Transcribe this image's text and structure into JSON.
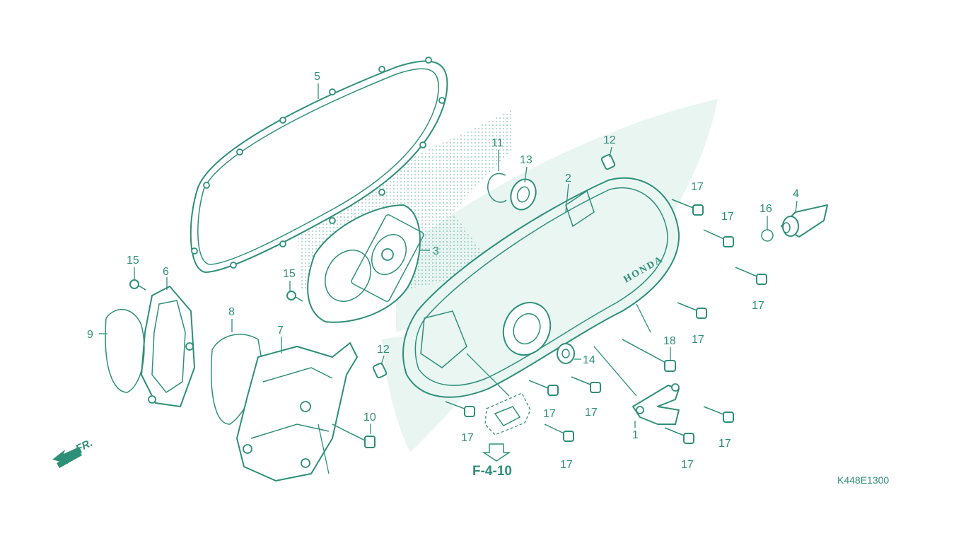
{
  "diagram": {
    "callouts": [
      {
        "id": "c5",
        "label": "5"
      },
      {
        "id": "c11",
        "label": "11"
      },
      {
        "id": "c13",
        "label": "13"
      },
      {
        "id": "c12a",
        "label": "12"
      },
      {
        "id": "c2",
        "label": "2"
      },
      {
        "id": "c17a",
        "label": "17"
      },
      {
        "id": "c17b",
        "label": "17"
      },
      {
        "id": "c4",
        "label": "4"
      },
      {
        "id": "c16",
        "label": "16"
      },
      {
        "id": "c17c",
        "label": "17"
      },
      {
        "id": "c3",
        "label": "3"
      },
      {
        "id": "c15a",
        "label": "15"
      },
      {
        "id": "c6",
        "label": "6"
      },
      {
        "id": "c15b",
        "label": "15"
      },
      {
        "id": "c8",
        "label": "8"
      },
      {
        "id": "c7",
        "label": "7"
      },
      {
        "id": "c9",
        "label": "9"
      },
      {
        "id": "c12b",
        "label": "12"
      },
      {
        "id": "c17d",
        "label": "17"
      },
      {
        "id": "c18",
        "label": "18"
      },
      {
        "id": "c14",
        "label": "14"
      },
      {
        "id": "c17e",
        "label": "17"
      },
      {
        "id": "c17f",
        "label": "17"
      },
      {
        "id": "c10",
        "label": "10"
      },
      {
        "id": "c17g",
        "label": "17"
      },
      {
        "id": "c1",
        "label": "1"
      },
      {
        "id": "c17h",
        "label": "17"
      },
      {
        "id": "c17i",
        "label": "17"
      },
      {
        "id": "c17j",
        "label": "17"
      }
    ],
    "reference": "F-4-10",
    "front_label": "FR.",
    "brand_mark": "HONDA",
    "drawing_code": "K448E1300",
    "colors": {
      "line": "#2e8f79",
      "watermark": "#e8f5f1",
      "bg": "#ffffff"
    }
  }
}
